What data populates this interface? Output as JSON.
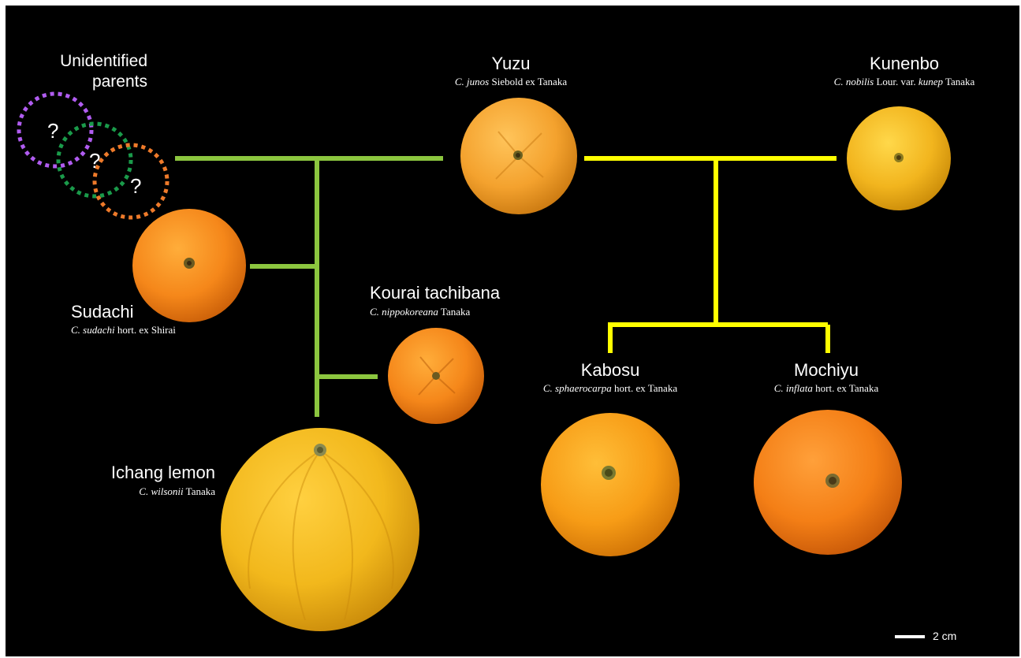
{
  "colors": {
    "background": "#000000",
    "green_branch": "#8cc63f",
    "yellow_branch": "#ffff00",
    "circle_purple": "#b05cf0",
    "circle_green": "#1a9a4a",
    "circle_orange": "#ee7a2a"
  },
  "unidentified": {
    "label_line1": "Unidentified",
    "label_line2": "parents",
    "marks": [
      "?",
      "?",
      "?"
    ]
  },
  "fruits": {
    "yuzu": {
      "name": "Yuzu",
      "sci_italic": "C. junos",
      "sci_rest": " Siebold ex Tanaka"
    },
    "kunenbo": {
      "name": "Kunenbo",
      "sci_italic": "C. nobilis",
      "sci_mid": " Lour. var. ",
      "sci_italic2": "kunep",
      "sci_rest": " Tanaka"
    },
    "sudachi": {
      "name": "Sudachi",
      "sci_italic": "C. sudachi",
      "sci_rest": " hort. ex Shirai"
    },
    "kourai": {
      "name": "Kourai tachibana",
      "sci_italic": "C. nippokoreana",
      "sci_rest": " Tanaka"
    },
    "ichang": {
      "name": "Ichang lemon",
      "sci_italic": "C. wilsonii",
      "sci_rest": " Tanaka"
    },
    "kabosu": {
      "name": "Kabosu",
      "sci_italic": "C. sphaerocarpa",
      "sci_rest": " hort. ex Tanaka"
    },
    "mochiyu": {
      "name": "Mochiyu",
      "sci_italic": "C. inflata",
      "sci_rest": " hort. ex Tanaka"
    }
  },
  "scale_bar": {
    "label": "2 cm"
  }
}
